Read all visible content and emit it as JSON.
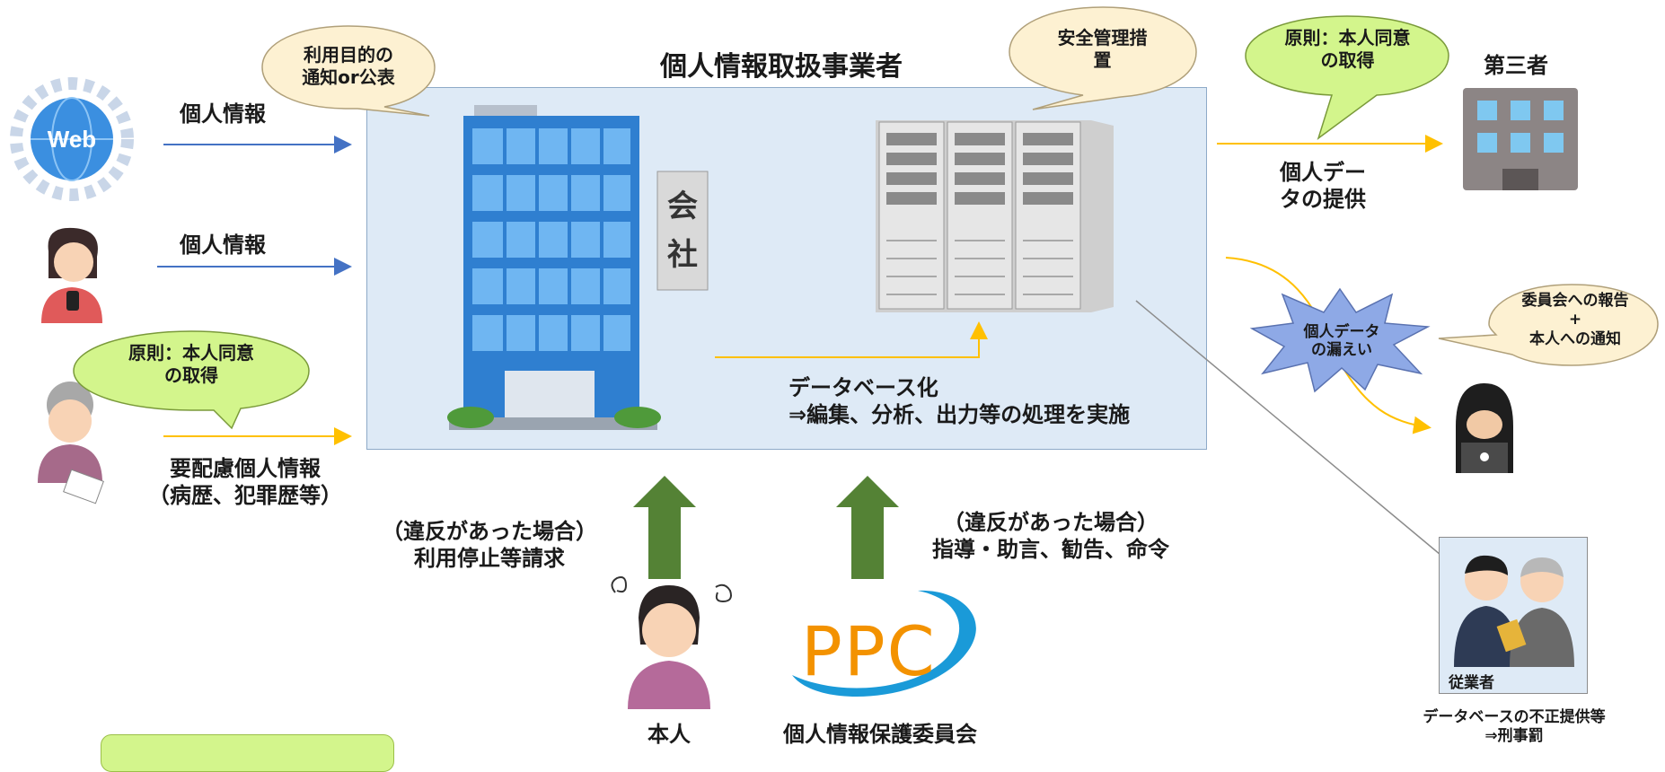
{
  "company_title": "個人情報取扱事業者",
  "purpose_bubble": {
    "line1": "利用目的の",
    "line2": "通知or公表"
  },
  "safety_bubble": {
    "line1": "安全管理措",
    "line2": "置"
  },
  "consent_bubble_top": {
    "line1": "原則：本人同意",
    "line2": "の取得"
  },
  "consent_bubble_left": {
    "line1": "原則：本人同意",
    "line2": "の取得"
  },
  "report_bubble": {
    "line1": "委員会への報告",
    "line2": "+",
    "line3": "本人への通知"
  },
  "web_label": "Web",
  "building_sign": {
    "char1": "会",
    "char2": "社"
  },
  "input_label_1": "個人情報",
  "input_label_2": "個人情報",
  "sensitive_info": {
    "line1": "要配慮個人情報",
    "line2": "（病歴、犯罪歴等）"
  },
  "database": {
    "line1": "データベース化",
    "line2": "⇒編集、分析、出力等の処理を実施"
  },
  "third_party_title": "第三者",
  "provision_label": {
    "line1": "個人デー",
    "line2": "タの提供"
  },
  "leak_label": {
    "line1": "個人データ",
    "line2": "の漏えい"
  },
  "violation_left": {
    "line1": "（違反があった場合）",
    "line2": "利用停止等請求"
  },
  "violation_right": {
    "line1": "（違反があった場合）",
    "line2": "指導・助言、勧告、命令"
  },
  "person_label": "本人",
  "ppc_logo": "PPC",
  "ppc_label": "個人情報保護委員会",
  "employee_label": "従業者",
  "illegal_provision": {
    "line1": "データベースの不正提供等",
    "line2": "⇒刑事罰"
  },
  "colors": {
    "main_box": "#deeaf6",
    "blue_arrow": "#4472c4",
    "yellow_arrow": "#ffc000",
    "green_arrow": "#548235",
    "cream_bubble": "#fdf1d2",
    "green_bubble": "#d3f58c",
    "burst": "#8ea9e6",
    "ppc_orange": "#f39200",
    "ppc_blue": "#1a9ad8"
  }
}
